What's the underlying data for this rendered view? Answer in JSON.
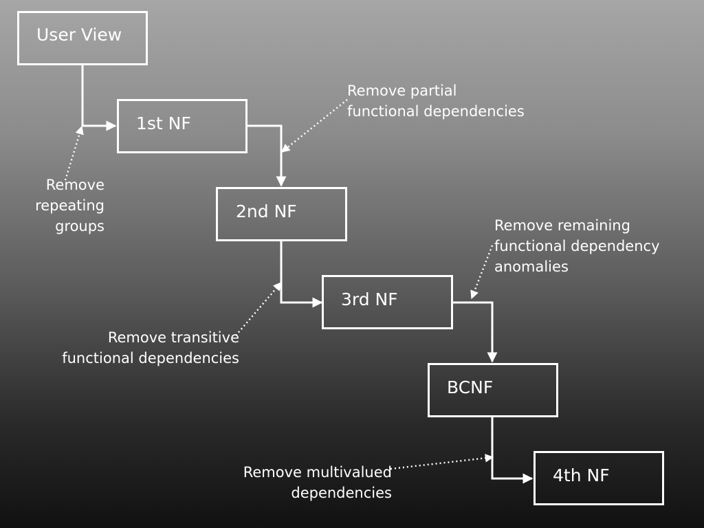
{
  "colors": {
    "background_top": "#a6a6a6",
    "background_bottom": "#111111",
    "stroke": "#ffffff",
    "text": "#ffffff"
  },
  "nodes": {
    "user_view": "User View",
    "nf1": "1st NF",
    "nf2": "2nd NF",
    "nf3": "3rd NF",
    "bcnf": "BCNF",
    "nf4": "4th NF"
  },
  "notes": {
    "repeating": [
      "Remove",
      "repeating",
      "groups"
    ],
    "partial": [
      "Remove partial",
      "functional dependencies"
    ],
    "transitive": [
      "Remove transitive",
      "functional dependencies"
    ],
    "remaining": [
      "Remove remaining",
      "functional dependency",
      "anomalies"
    ],
    "multivalued": [
      "Remove multivalued",
      "dependencies"
    ]
  }
}
